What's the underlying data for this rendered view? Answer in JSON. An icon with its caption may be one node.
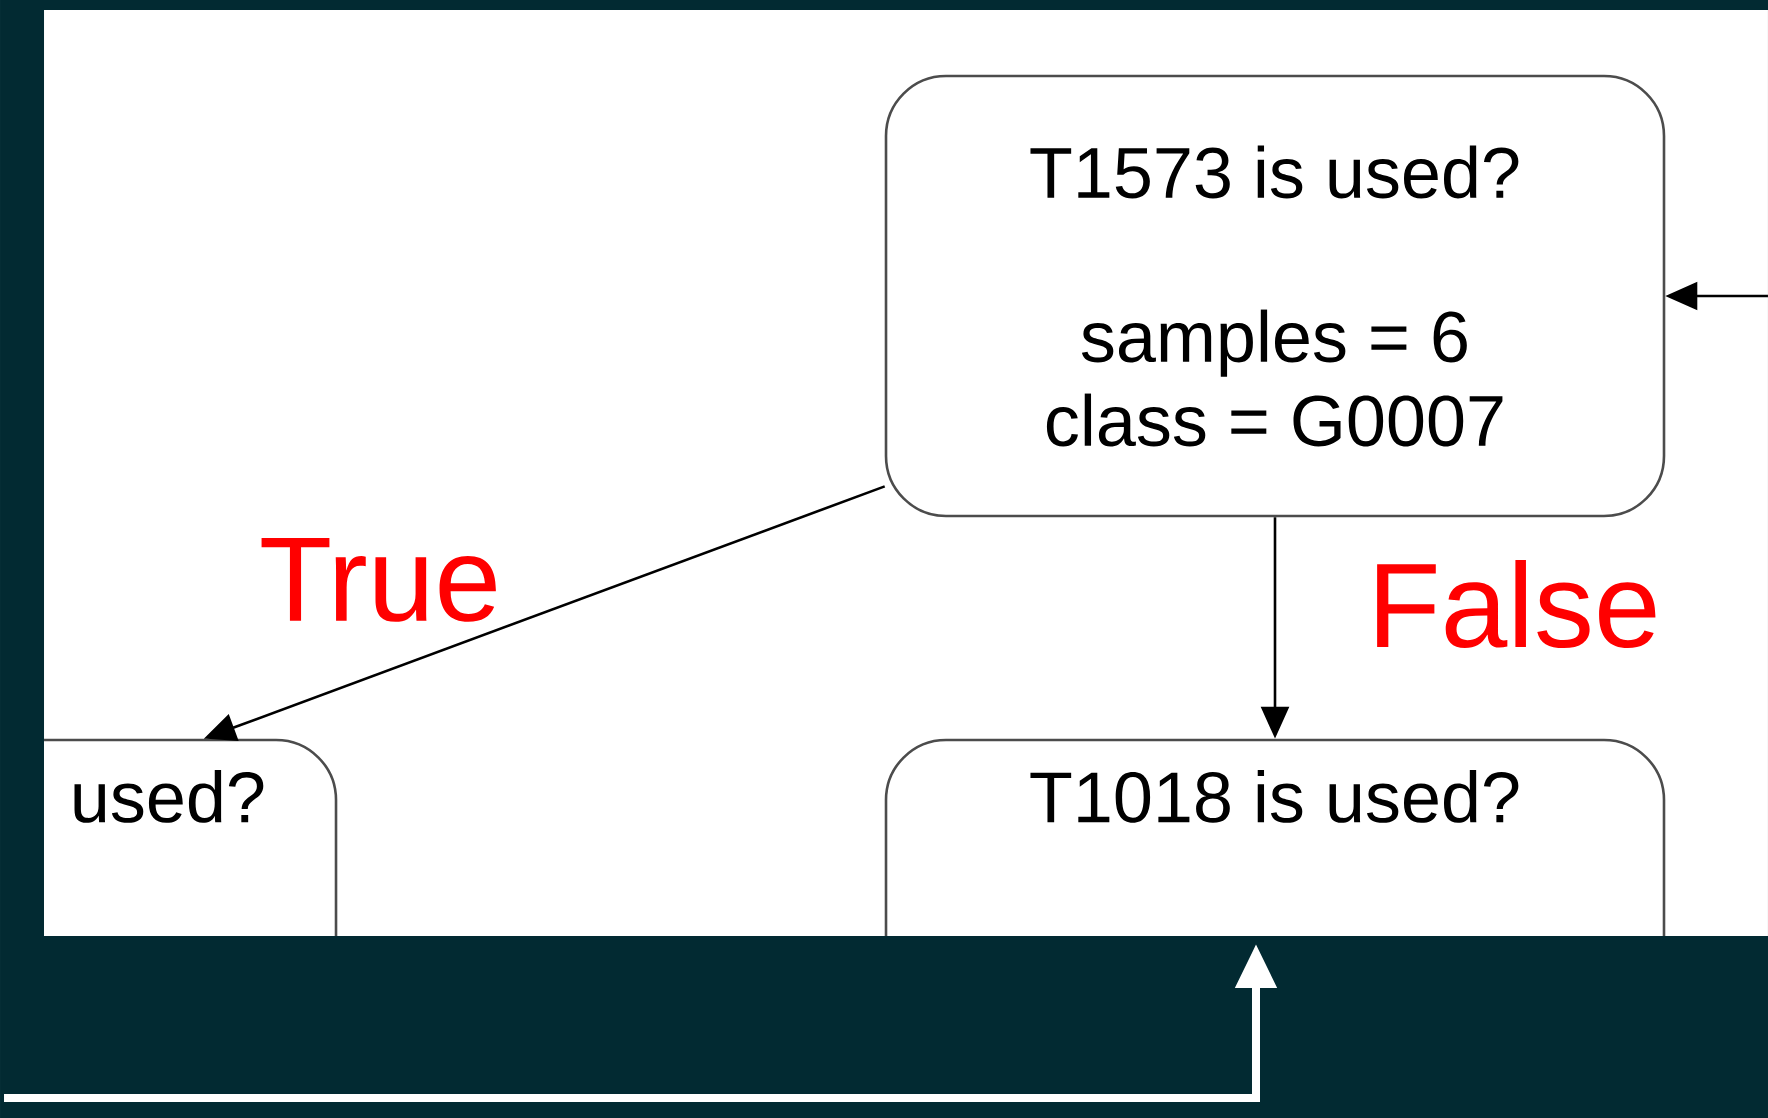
{
  "diagram": {
    "nodes": [
      {
        "text": [
          "T1573 is used?",
          "samples = 6 class = G0007"
        ]
      },
      {
        "text": [
          "used?"
        ]
      },
      {
        "text": [
          "T1018 is used?"
        ]
      }
    ],
    "edges": [
      {
        "from": null,
        "to": 0,
        "arrow": "to"
      },
      {
        "from": 0,
        "to": 1,
        "arrow": "to",
        "label": "True"
      },
      {
        "from": 0,
        "to": 2,
        "arrow": "to",
        "label": "False"
      },
      {
        "from": null,
        "to": 2,
        "arrow": "to",
        "style": "thick",
        "color": "#ffffff"
      }
    ]
  }
}
